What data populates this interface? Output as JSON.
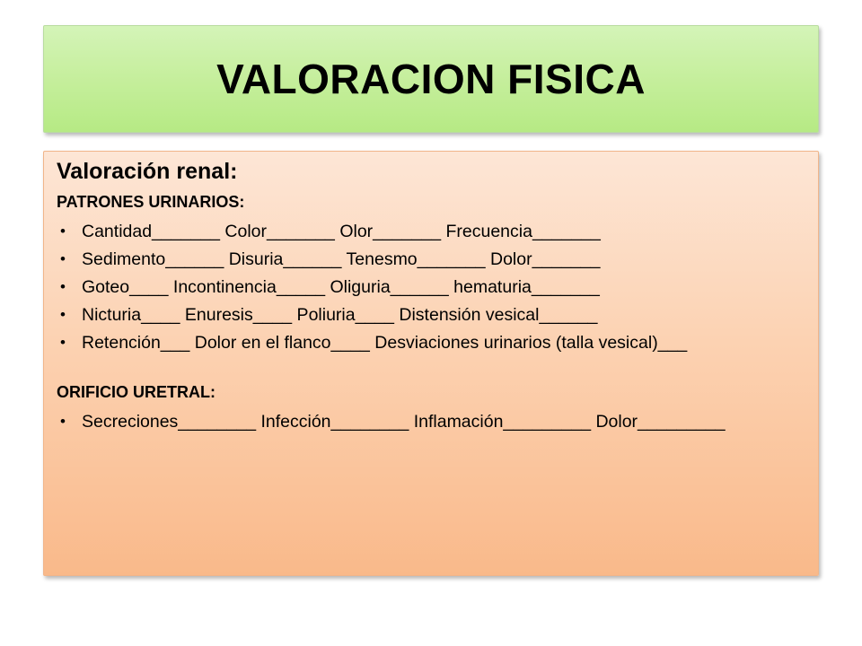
{
  "title": "VALORACION FISICA",
  "section": {
    "heading": "Valoración renal:",
    "patrones": {
      "label": "PATRONES URINARIOS:",
      "items": [
        "Cantidad_______  Color_______  Olor_______  Frecuencia_______",
        "Sedimento______  Disuria______  Tenesmo_______  Dolor_______",
        "Goteo____  Incontinencia_____  Oliguria______  hematuria_______",
        "Nicturia____  Enuresis____  Poliuria____  Distensión vesical______",
        "Retención___  Dolor en el flanco____  Desviaciones urinarios (talla vesical)___"
      ]
    },
    "orificio": {
      "label": "ORIFICIO URETRAL:",
      "items": [
        "Secreciones________  Infección________  Inflamación_________  Dolor_________"
      ]
    }
  },
  "bullet_symbol": "•",
  "colors": {
    "title_bg": "#c7ef9f",
    "content_bg": "#fcd2b2"
  }
}
